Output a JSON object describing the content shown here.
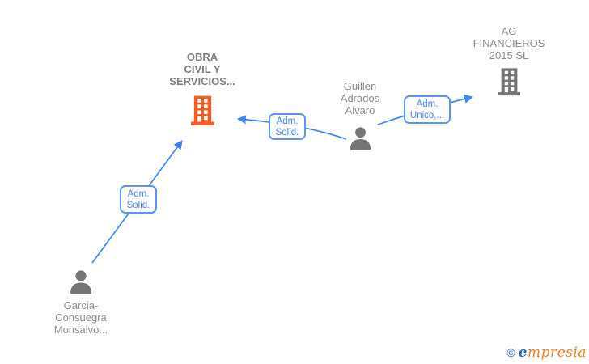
{
  "diagram_title": "company-relations-graph",
  "nodes": {
    "obra": {
      "type": "company",
      "lines": [
        "OBRA",
        "CIVIL Y",
        "SERVICIOS..."
      ],
      "icon": "building-icon",
      "icon_color": "#ff5a21",
      "focal": true
    },
    "ag": {
      "type": "company",
      "lines": [
        "AG",
        "FINANCIEROS",
        "2015  SL"
      ],
      "icon": "building-icon",
      "icon_color": "#757575",
      "focal": false
    },
    "guillen": {
      "type": "person",
      "lines": [
        "Guillen",
        "Adrados",
        "Alvaro"
      ],
      "icon": "person-icon",
      "icon_color": "#757575",
      "focal": false
    },
    "garcia": {
      "type": "person",
      "lines": [
        "Garcia-",
        "Consuegra",
        "Monsalvo..."
      ],
      "icon": "person-icon",
      "icon_color": "#757575",
      "focal": false
    }
  },
  "edges": [
    {
      "from": "garcia",
      "to": "obra",
      "label": [
        "Adm.",
        "Solid."
      ]
    },
    {
      "from": "guillen",
      "to": "obra",
      "label": [
        "Adm.",
        "Solid."
      ]
    },
    {
      "from": "guillen",
      "to": "ag",
      "label": [
        "Adm.",
        "Unico,..."
      ]
    }
  ],
  "watermark": {
    "symbol": "©",
    "brand_first": "e",
    "brand_rest": "mpresia"
  },
  "colors": {
    "edge_blue": "#4285f4",
    "label_border_blue": "#5b94f1",
    "label_text_blue": "#4285f4",
    "focal_company_orange": "#ff5a21",
    "node_icon_gray": "#757575",
    "node_text_gray": "#8c8c8c",
    "watermark_blue": "#2368c4",
    "watermark_orange": "#ef7d1a",
    "background": "#ffffff"
  }
}
